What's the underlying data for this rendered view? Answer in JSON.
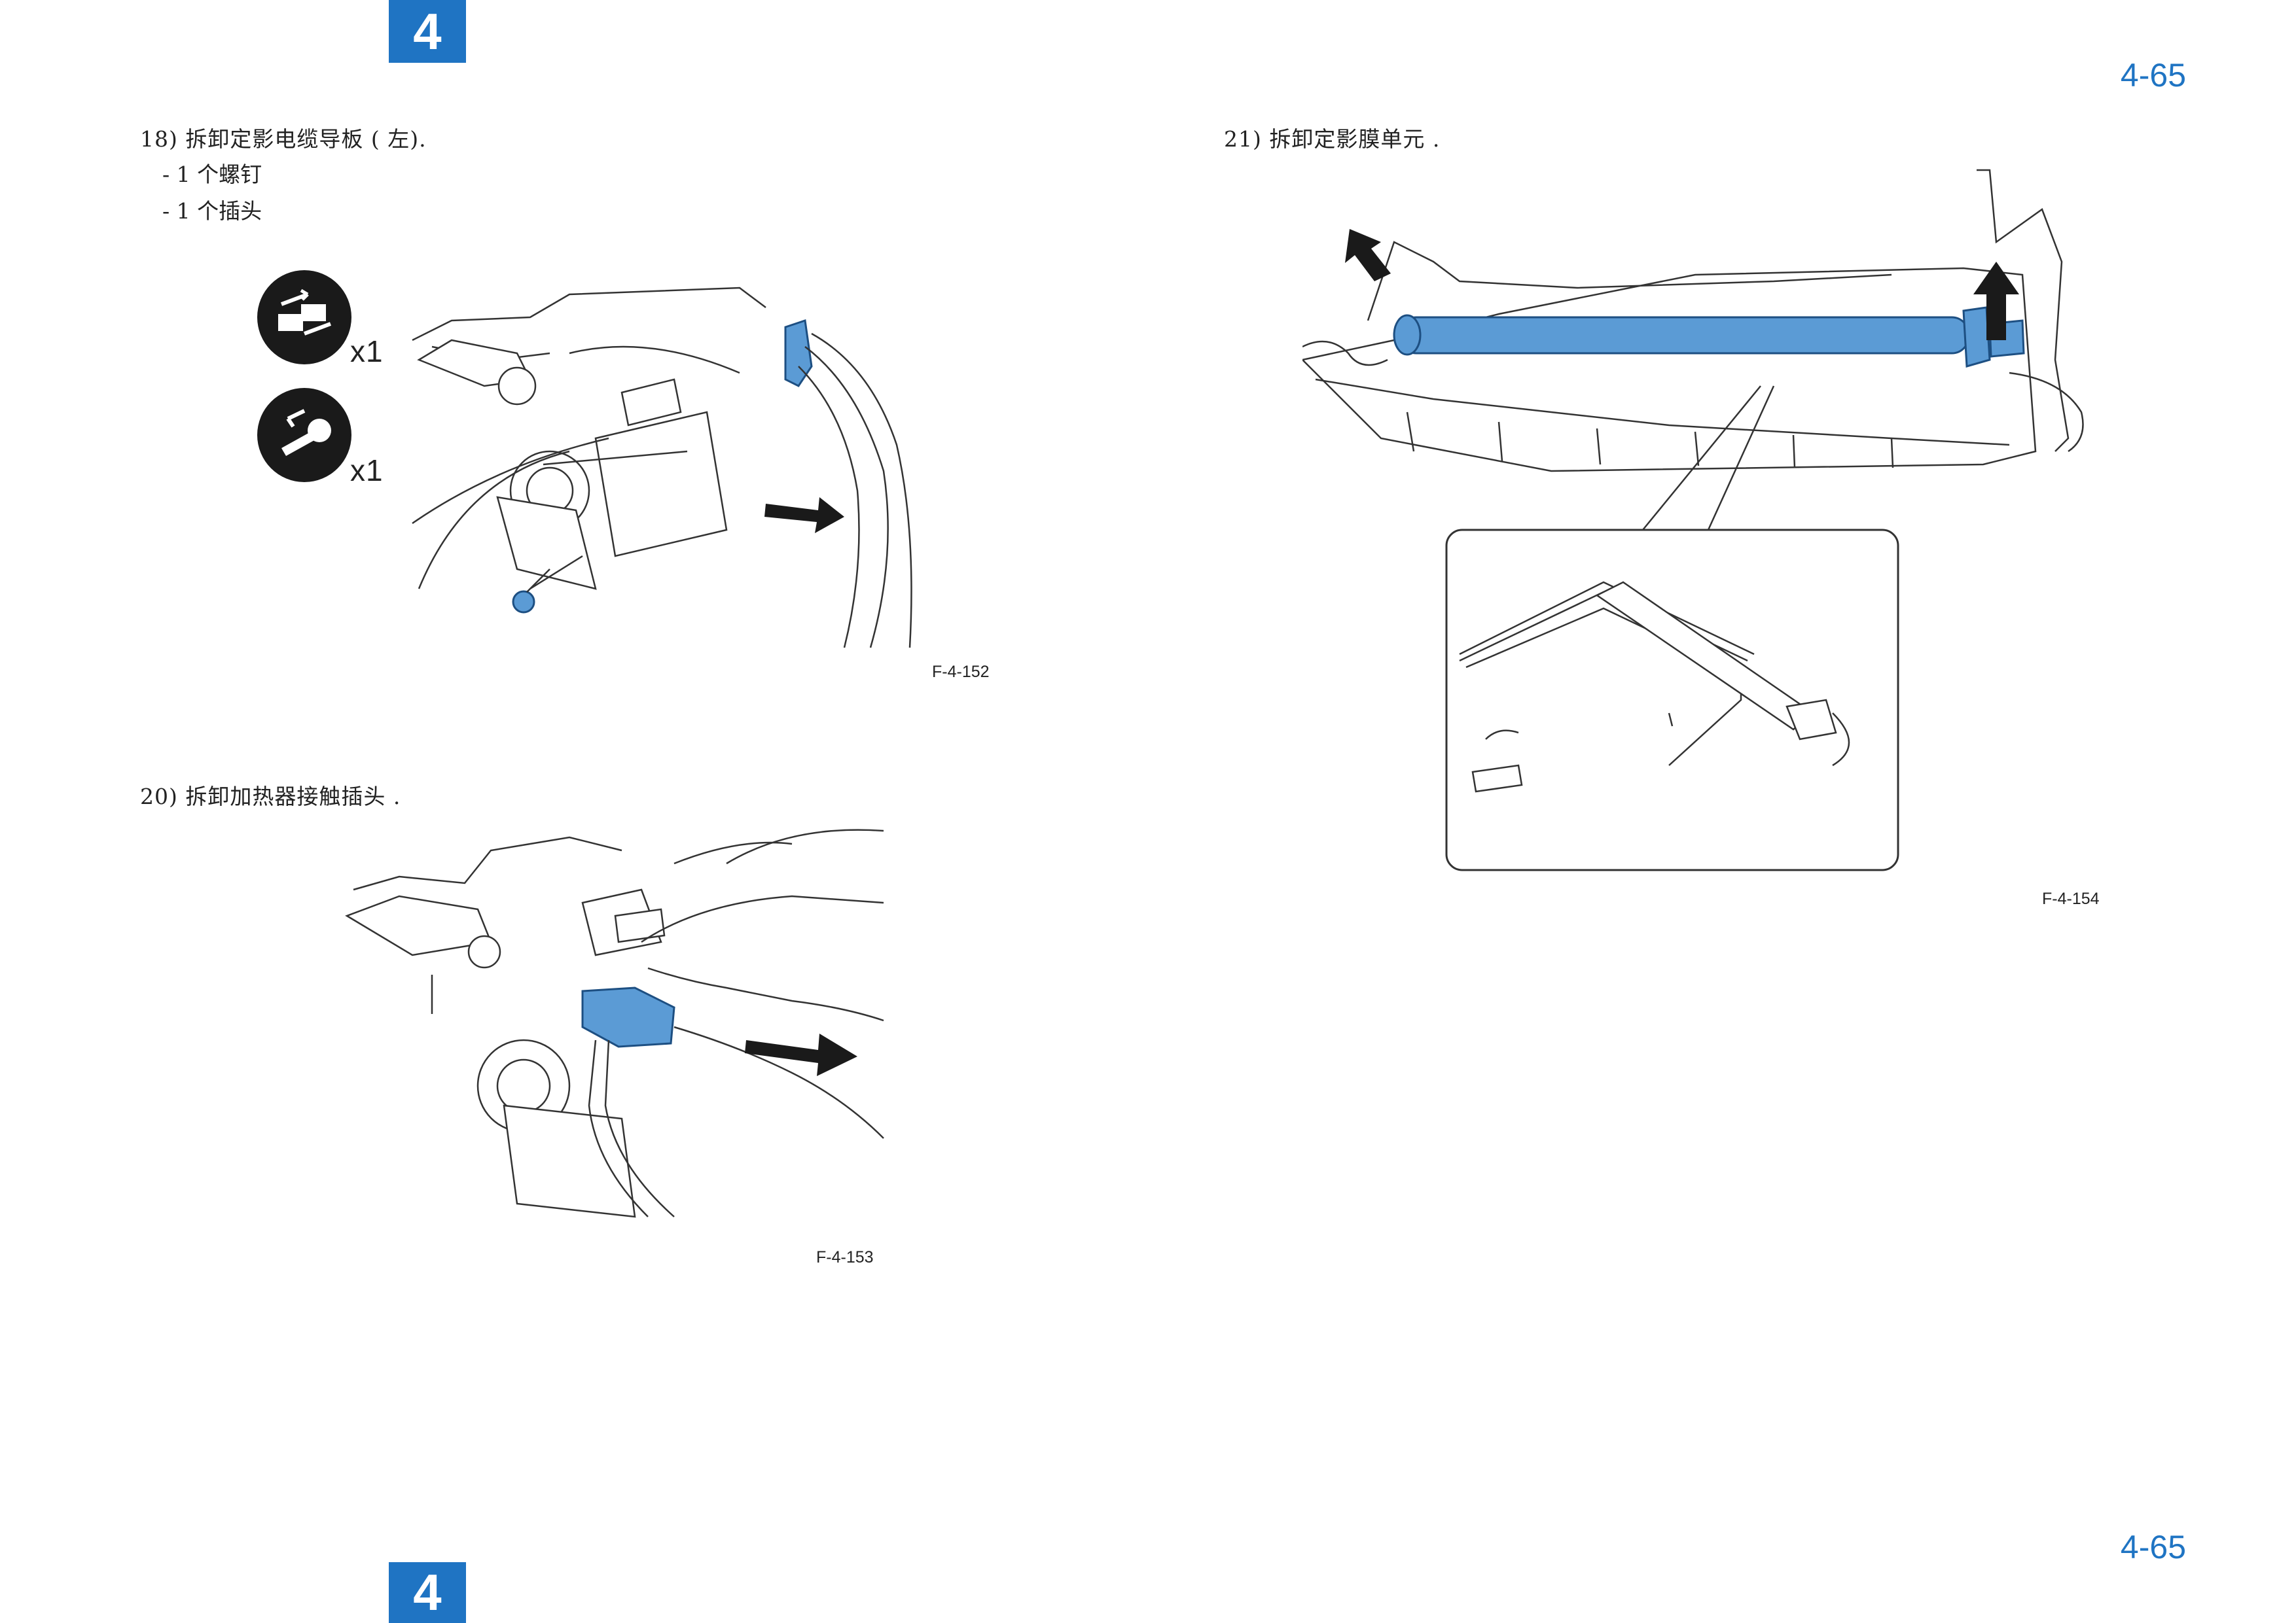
{
  "chapter": "4",
  "page_number": "4-65",
  "left_column": {
    "step18": {
      "title": "18) 拆卸定影电缆导板 ( 左).",
      "items": [
        "- 1 个螺钉",
        "- 1 个插头"
      ],
      "badges": [
        {
          "icon": "connector-icon",
          "count": "x1"
        },
        {
          "icon": "screw-icon",
          "count": "x1"
        }
      ],
      "figure_label": "F-4-152"
    },
    "step20": {
      "title": "20) 拆卸加热器接触插头 .",
      "figure_label": "F-4-153"
    }
  },
  "right_column": {
    "step21": {
      "title": "21) 拆卸定影膜单元 .",
      "figure_label": "F-4-154"
    }
  },
  "colors": {
    "accent": "#1f74c3",
    "part_highlight": "#5b9bd5"
  }
}
